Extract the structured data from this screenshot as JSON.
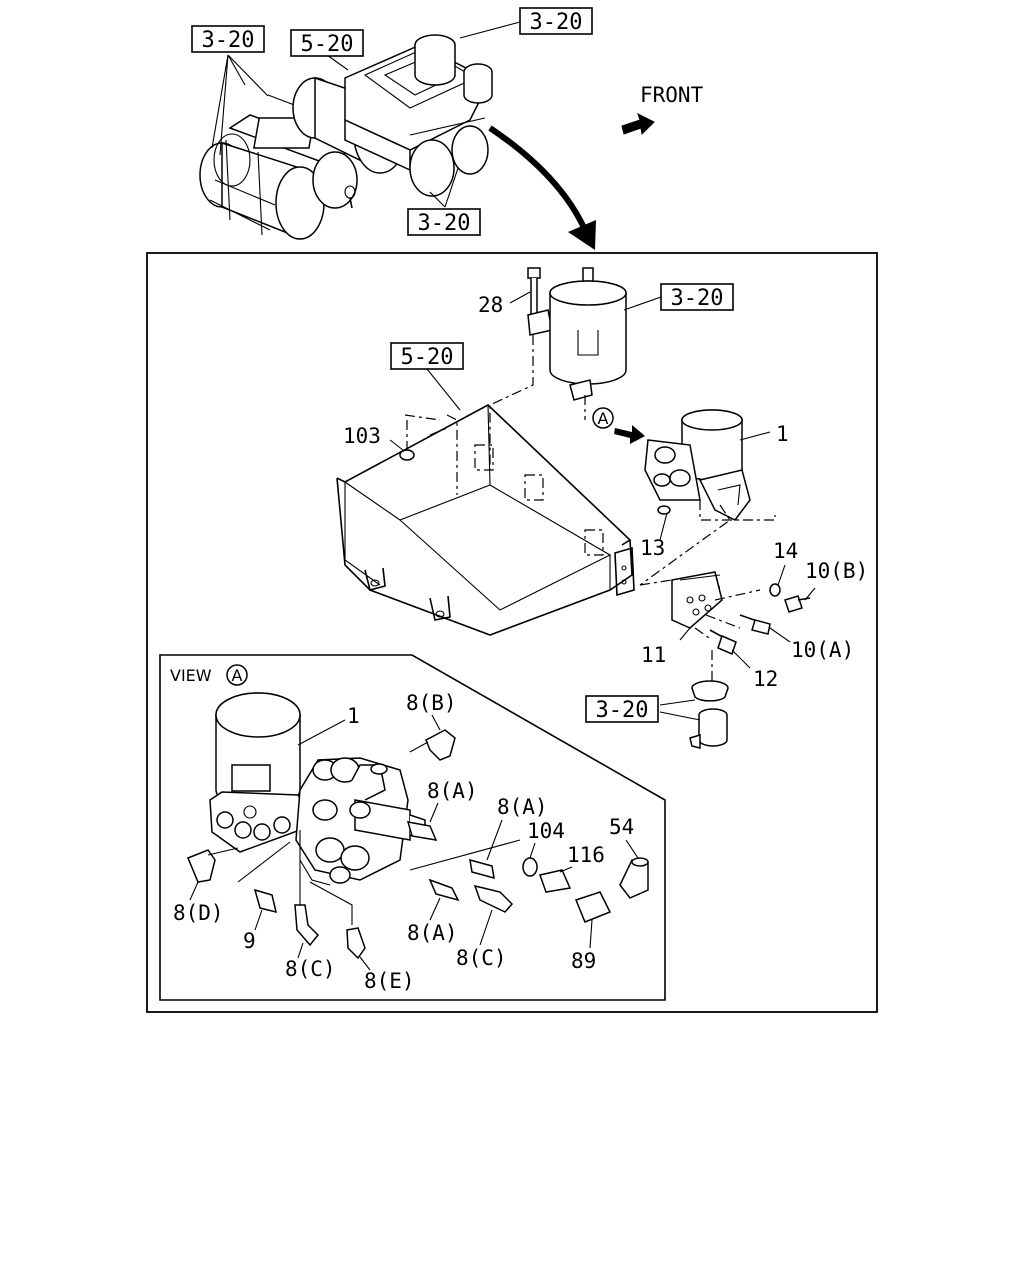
{
  "diagram": {
    "front_label": "FRONT",
    "view_label": "VIEW",
    "view_circle": "A",
    "marker_A": "A",
    "ref_boxes": {
      "r1": "3-20",
      "r2": "5-20",
      "r3": "3-20",
      "r4": "3-20",
      "r5": "3-20",
      "r6": "5-20",
      "r7": "3-20"
    },
    "callouts": {
      "c28": "28",
      "c103": "103",
      "c1_main": "1",
      "c13": "13",
      "c14": "14",
      "c10b": "10(B)",
      "c10a": "10(A)",
      "c11": "11",
      "c12": "12",
      "v_1": "1",
      "v_8b": "8(B)",
      "v_8a_1": "8(A)",
      "v_8a_2": "8(A)",
      "v_104": "104",
      "v_116": "116",
      "v_54": "54",
      "v_8d": "8(D)",
      "v_9": "9",
      "v_8c_1": "8(C)",
      "v_8e": "8(E)",
      "v_8a_3": "8(A)",
      "v_8c_2": "8(C)",
      "v_89": "89"
    }
  }
}
